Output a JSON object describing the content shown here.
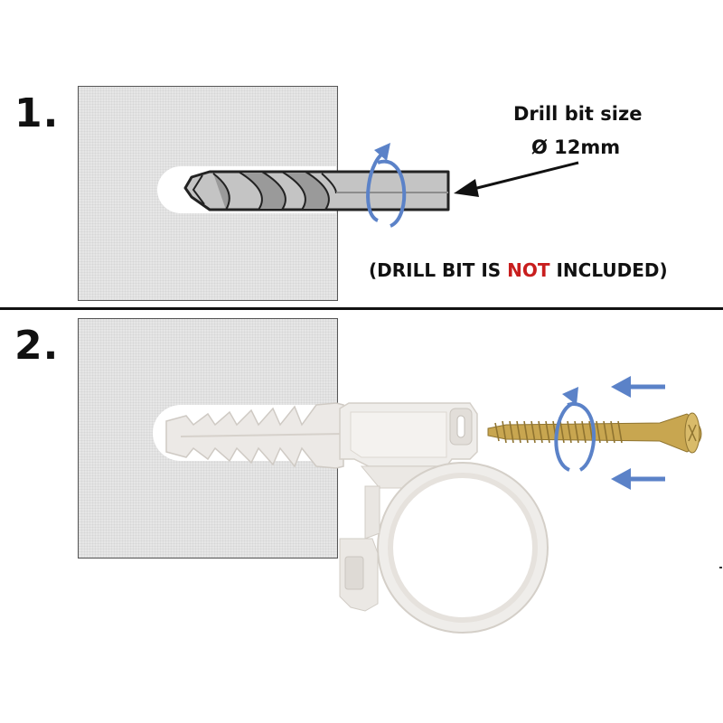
{
  "steps": {
    "step1": "1.",
    "step2": "2."
  },
  "drill_label": {
    "line1": "Drill bit size",
    "line2": "Ø 12mm"
  },
  "note": {
    "open": "(DRILL BIT IS ",
    "emphasis": "NOT",
    "close": " INCLUDED)"
  },
  "colors": {
    "wall": "#e6e6e6",
    "rotation_arrow": "#5b82c8",
    "note_emphasis": "#c81e1e",
    "plug": "#ece9e6",
    "screw": "#c8a650"
  },
  "icons": [
    "drill-bit-icon",
    "rotation-arrow-icon",
    "pointer-arrow-icon",
    "wall-plug-icon",
    "pipe-clip-icon",
    "screw-icon",
    "push-arrow-icon"
  ]
}
